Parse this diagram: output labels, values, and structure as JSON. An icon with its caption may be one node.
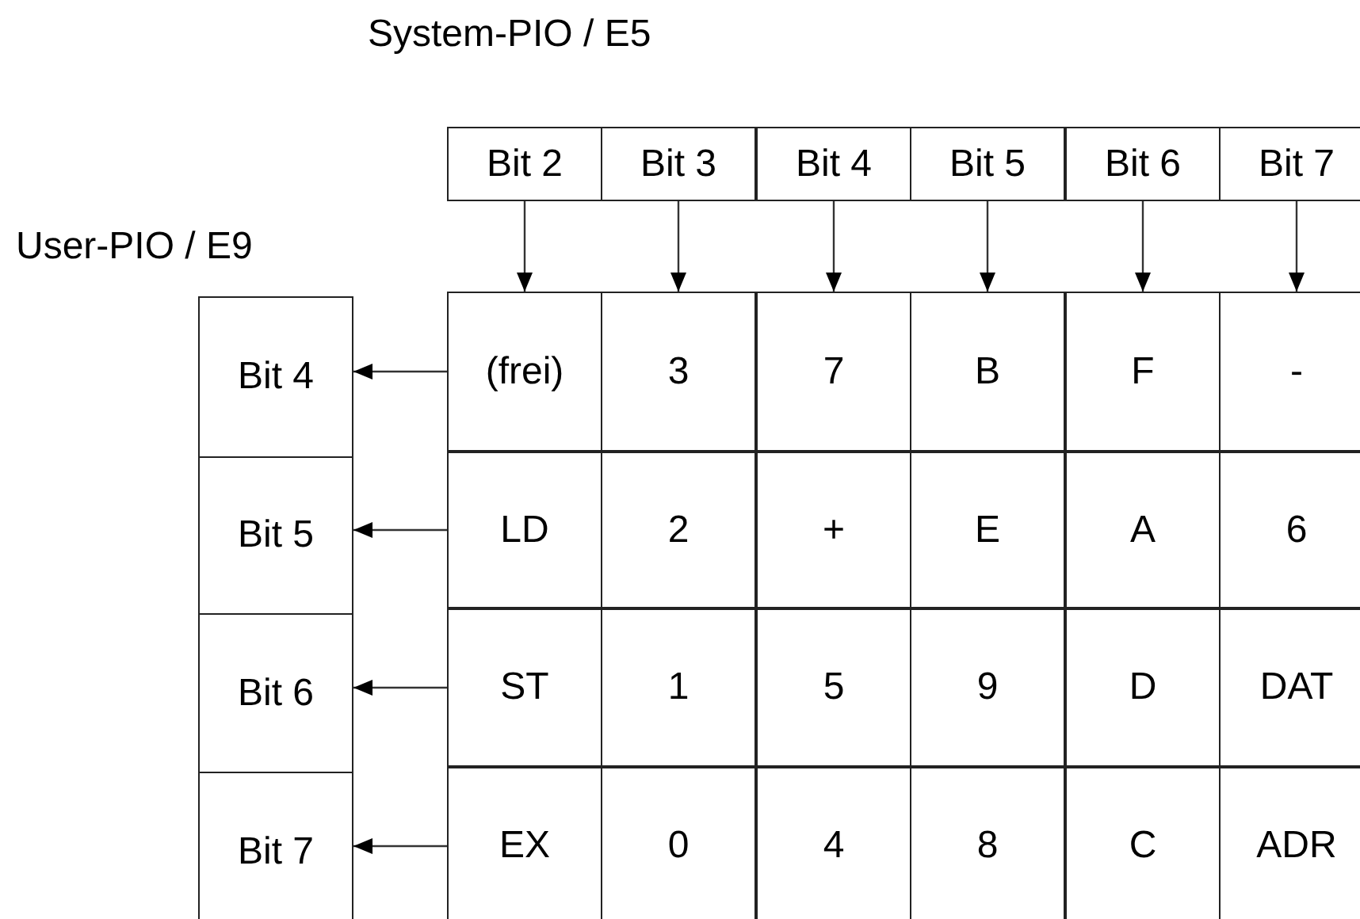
{
  "diagram": {
    "nodes": [
      {
        "text": [
          "Bit 2"
        ]
      },
      {
        "text": [
          "Bit 3"
        ]
      },
      {
        "text": [
          "Bit 4"
        ]
      },
      {
        "text": [
          "Bit 5"
        ]
      },
      {
        "text": [
          "Bit 6"
        ]
      },
      {
        "text": [
          "Bit 7"
        ]
      },
      {
        "text": [
          "Bit 4"
        ]
      },
      {
        "text": [
          "(frei)"
        ]
      },
      {
        "text": [
          "3"
        ]
      },
      {
        "text": [
          "7"
        ]
      },
      {
        "text": [
          "B"
        ]
      },
      {
        "text": [
          "F"
        ]
      },
      {
        "text": [
          "-"
        ]
      },
      {
        "text": [
          "Bit 5"
        ]
      },
      {
        "text": [
          "LD"
        ]
      },
      {
        "text": [
          "2"
        ]
      },
      {
        "text": [
          "+"
        ]
      },
      {
        "text": [
          "E"
        ]
      },
      {
        "text": [
          "A"
        ]
      },
      {
        "text": [
          "6"
        ]
      },
      {
        "text": [
          "Bit 6"
        ]
      },
      {
        "text": [
          "ST"
        ]
      },
      {
        "text": [
          "1"
        ]
      },
      {
        "text": [
          "5"
        ]
      },
      {
        "text": [
          "9"
        ]
      },
      {
        "text": [
          "D"
        ]
      },
      {
        "text": [
          "DAT"
        ]
      },
      {
        "text": [
          "Bit 7"
        ]
      },
      {
        "text": [
          "EX"
        ]
      },
      {
        "text": [
          "0"
        ]
      },
      {
        "text": [
          "4"
        ]
      },
      {
        "text": [
          "8"
        ]
      },
      {
        "text": [
          "C"
        ]
      },
      {
        "text": [
          "ADR"
        ]
      }
    ],
    "edges": [
      {
        "from": 0,
        "to": 7,
        "arrow": "to"
      },
      {
        "from": 1,
        "to": 8,
        "arrow": "to"
      },
      {
        "from": 2,
        "to": 9,
        "arrow": "to"
      },
      {
        "from": 3,
        "to": 10,
        "arrow": "to"
      },
      {
        "from": 4,
        "to": 11,
        "arrow": "to"
      },
      {
        "from": 5,
        "to": 12,
        "arrow": "to"
      },
      {
        "from": 7,
        "to": 6,
        "arrow": "to"
      },
      {
        "from": 14,
        "to": 13,
        "arrow": "to"
      },
      {
        "from": 21,
        "to": 20,
        "arrow": "to"
      },
      {
        "from": 28,
        "to": 27,
        "arrow": "to"
      }
    ],
    "labels": [
      "System-PIO / E5",
      "User-PIO / E9"
    ]
  }
}
